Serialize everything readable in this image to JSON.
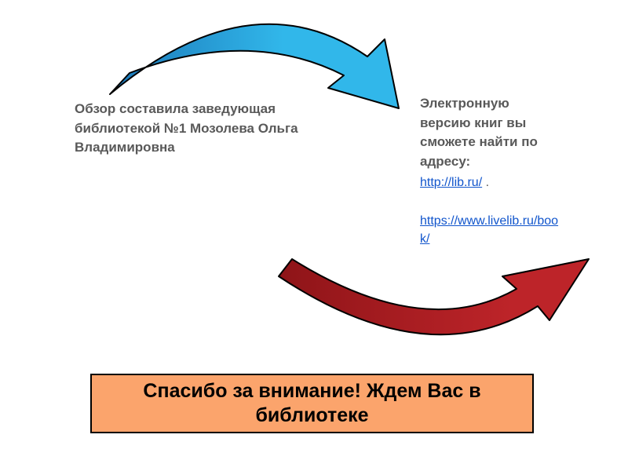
{
  "slide": {
    "credit_text": "Обзор составила заведующая библиотекой №1 Мозолева Ольга Владимировна",
    "ebook_text": "Электронную версию книг вы сможете найти по адресу:",
    "link1": "http://lib.ru/",
    "link1_suffix": " .",
    "link2": "https://www.livelib.ru/book/",
    "thanks_text": "Спасибо за внимание! Ждем Вас в библиотеке",
    "colors": {
      "blue_dark": "#1B77B8",
      "blue_light": "#31B7EA",
      "red_dark": "#8E1418",
      "red_light": "#BD2429",
      "banner_fill": "#FBA46C",
      "link_color": "#1155CC",
      "text_gray": "#595959"
    }
  }
}
